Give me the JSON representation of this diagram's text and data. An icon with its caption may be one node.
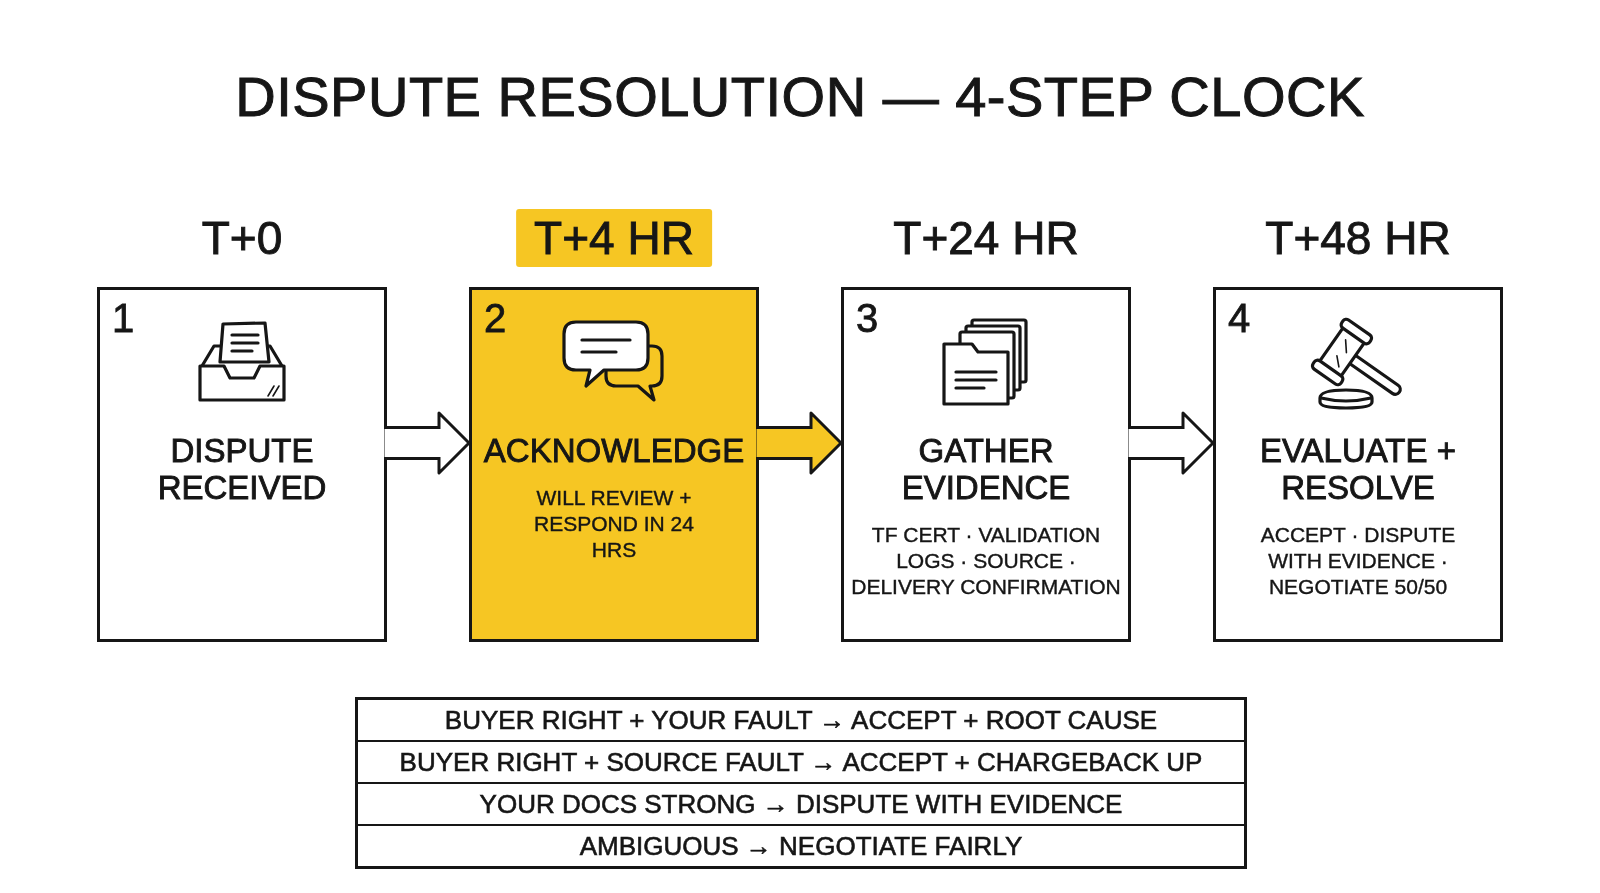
{
  "diagram": {
    "title": "DISPUTE RESOLUTION — 4-STEP CLOCK",
    "nodes": [
      {
        "text": [
          "1",
          "DISPUTE RECEIVED"
        ],
        "beside": [
          "T+0"
        ]
      },
      {
        "text": [
          "2",
          "ACKNOWLEDGE",
          "WILL REVIEW + RESPOND IN 24 HRS"
        ],
        "beside": [
          "T+4 HR"
        ]
      },
      {
        "text": [
          "3",
          "GATHER EVIDENCE",
          "TF CERT · VALIDATION LOGS · SOURCE · DELIVERY CONFIRMATION"
        ],
        "beside": [
          "T+24 HR"
        ]
      },
      {
        "text": [
          "4",
          "EVALUATE + RESOLVE",
          "ACCEPT · DISPUTE WITH EVIDENCE · NEGOTIATE 50/50"
        ],
        "beside": [
          "T+48 HR"
        ]
      }
    ],
    "edges": [
      {
        "from": 0,
        "to": 1,
        "arrow": "to"
      },
      {
        "from": 1,
        "to": 2,
        "arrow": "to"
      },
      {
        "from": 2,
        "to": 3,
        "arrow": "to"
      }
    ],
    "labels": [
      "BUYER RIGHT + YOUR FAULT → ACCEPT + ROOT CAUSE",
      "BUYER RIGHT + SOURCE FAULT → ACCEPT + CHARGEBACK UP",
      "YOUR DOCS STRONG → DISPUTE WITH EVIDENCE",
      "AMBIGUOUS → NEGOTIATE FAIRLY"
    ]
  }
}
